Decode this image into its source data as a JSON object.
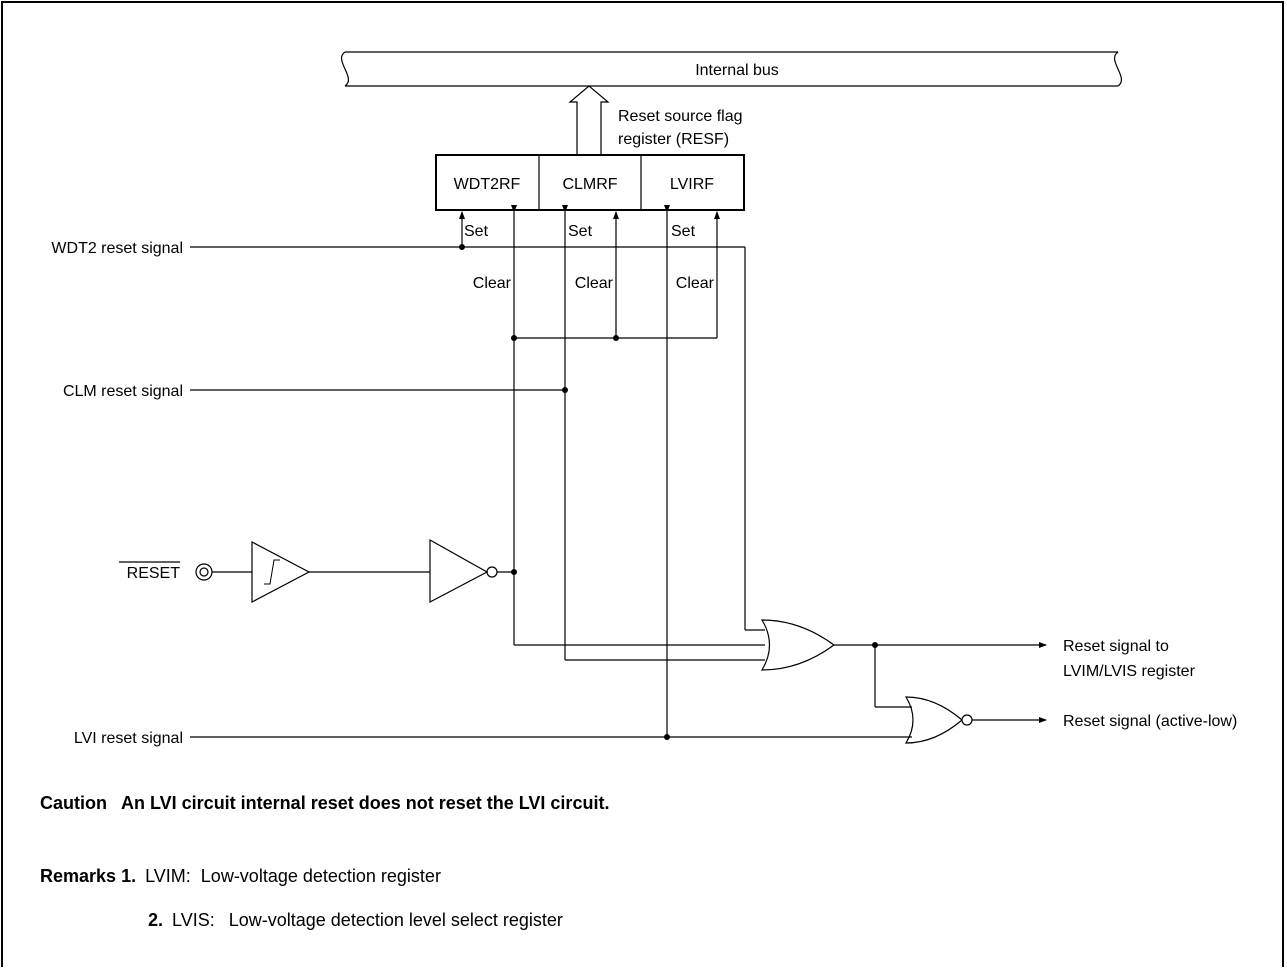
{
  "diagram": {
    "bus_label": "Internal bus",
    "register_label_line1": "Reset source flag",
    "register_label_line2": "register (RESF)",
    "register_cells": [
      "WDT2RF",
      "CLMRF",
      "LVIRF"
    ],
    "set_label": "Set",
    "clear_label": "Clear",
    "inputs": {
      "wdt2": "WDT2 reset signal",
      "clm": "CLM reset signal",
      "reset_pin": "RESET",
      "lvi": "LVI reset signal"
    },
    "outputs": {
      "lvim_line1": "Reset signal to",
      "lvim_line2": "LVIM/LVIS register",
      "active_low": "Reset signal (active-low)"
    }
  },
  "caution": {
    "label": "Caution",
    "text": "An LVI circuit internal reset does not reset the LVI circuit."
  },
  "remarks": {
    "label": "Remarks",
    "items": [
      {
        "num": "1.",
        "term": "LVIM:",
        "desc": "Low-voltage detection register"
      },
      {
        "num": "2.",
        "term": "LVIS:",
        "desc": "Low-voltage detection level select register"
      }
    ]
  }
}
